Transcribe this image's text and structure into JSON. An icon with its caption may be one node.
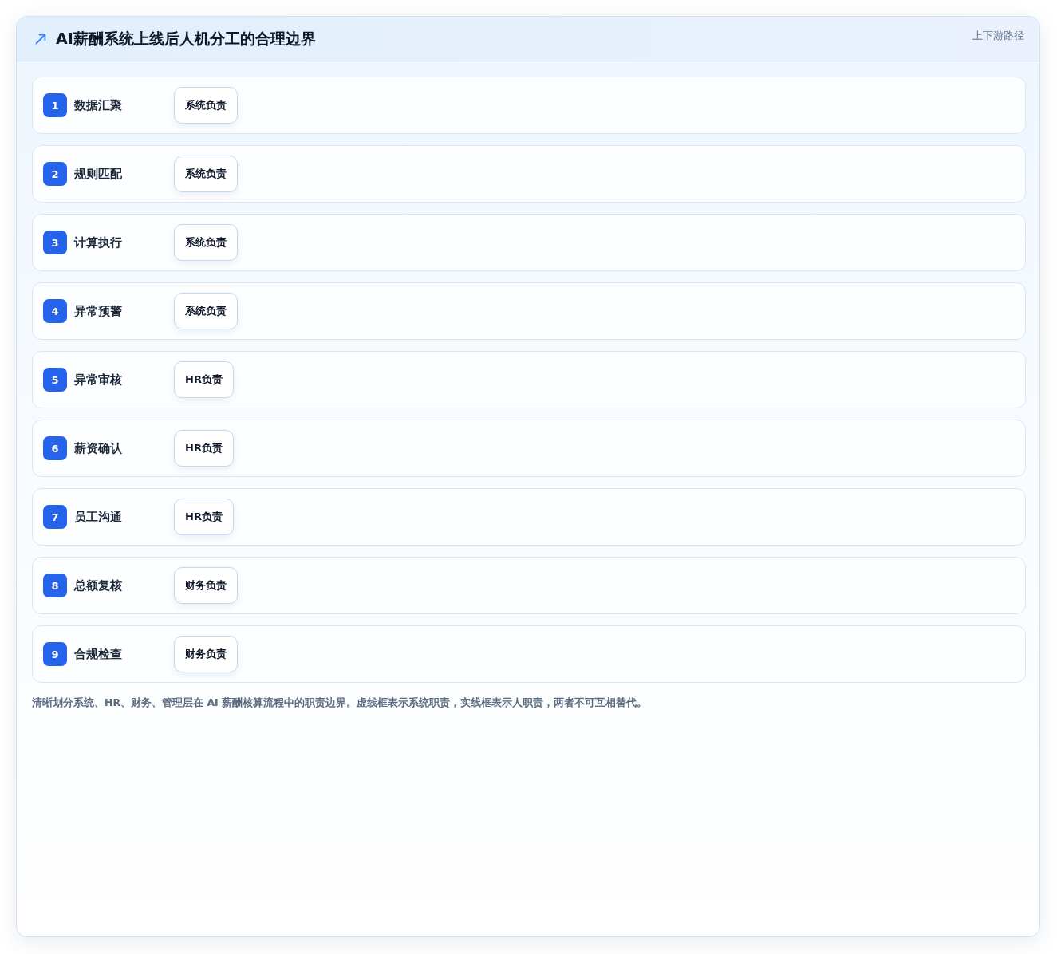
{
  "diagram": {
    "title": "AI薪酬系统上线后人机分工的合理边界",
    "nodes": [
      {
        "text": [
          "数据汇聚"
        ]
      },
      {
        "text": [
          "1"
        ],
        "in": 0
      },
      {
        "text": [
          "系统负责"
        ],
        "in": 0
      },
      {
        "text": [
          "规则匹配"
        ]
      },
      {
        "text": [
          "2"
        ],
        "in": 3
      },
      {
        "text": [
          "系统负责"
        ],
        "in": 3
      },
      {
        "text": [
          "计算执行"
        ]
      },
      {
        "text": [
          "3"
        ],
        "in": 6
      },
      {
        "text": [
          "系统负责"
        ],
        "in": 6
      },
      {
        "text": [
          "异常预警"
        ]
      },
      {
        "text": [
          "4"
        ],
        "in": 9
      },
      {
        "text": [
          "系统负责"
        ],
        "in": 9
      },
      {
        "text": [
          "异常审核"
        ]
      },
      {
        "text": [
          "5"
        ],
        "in": 12
      },
      {
        "text": [
          "HR负责"
        ],
        "in": 12
      },
      {
        "text": [
          "薪资确认"
        ]
      },
      {
        "text": [
          "6"
        ],
        "in": 15
      },
      {
        "text": [
          "HR负责"
        ],
        "in": 15
      },
      {
        "text": [
          "员工沟通"
        ]
      },
      {
        "text": [
          "7"
        ],
        "in": 18
      },
      {
        "text": [
          "HR负责"
        ],
        "in": 18
      },
      {
        "text": [
          "总额复核"
        ]
      },
      {
        "text": [
          "8"
        ],
        "in": 21
      },
      {
        "text": [
          "财务负责"
        ],
        "in": 21
      },
      {
        "text": [
          "合规检查"
        ]
      },
      {
        "text": [
          "9"
        ],
        "in": 24
      },
      {
        "text": [
          "财务负责"
        ],
        "in": 24
      }
    ],
    "labels": [
      "上下游路径"
    ],
    "caption": "清晰划分系统、HR、财务、管理层在 AI 薪酬核算流程中的职责边界。虚线框表示系统职责，实线框表示人职责，两者不可互相替代。"
  }
}
